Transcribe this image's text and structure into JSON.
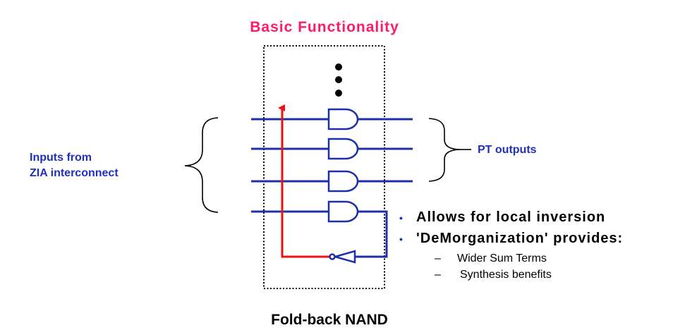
{
  "title": "Basic Functionality",
  "inputs_label": {
    "line1": "Inputs from",
    "line2": "ZIA interconnect"
  },
  "outputs_label": "PT outputs",
  "bullets": [
    "Allows for local inversion",
    "'DeMorganization' provides:"
  ],
  "bullet_marker": "•",
  "sub_marker": "–",
  "sub_items": [
    "Wider Sum Terms",
    "Synthesis benefits"
  ],
  "caption": "Fold-back NAND",
  "colors": {
    "title": "#ff1a66",
    "wires": "#1f2fa8",
    "feedback": "#ee1111",
    "labels": "#1f2fbf"
  }
}
